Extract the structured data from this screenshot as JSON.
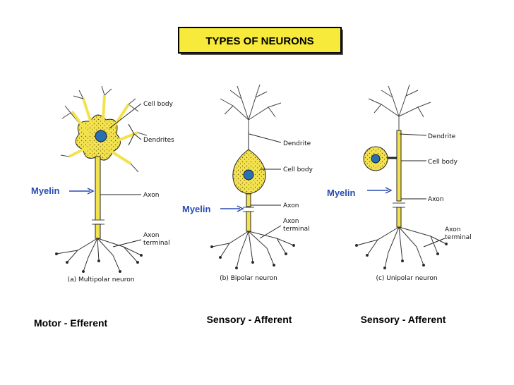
{
  "title": "TYPES OF NEURONS",
  "colors": {
    "cytoplasm": "#f3e24e",
    "nucleus": "#2a6fb0",
    "myelin_label": "#2a4bb3",
    "line": "#222222"
  },
  "neurons": [
    {
      "caption": "(a) Multipolar neuron",
      "type_label": "Motor - Efferent",
      "myelin": "Myelin",
      "labels": {
        "cell_body": "Cell body",
        "dendrites": "Dendrites",
        "axon": "Axon",
        "axon_terminal_1": "Axon",
        "axon_terminal_2": "terminal"
      }
    },
    {
      "caption": "(b) Bipolar neuron",
      "type_label": "Sensory - Afferent",
      "myelin": "Myelin",
      "labels": {
        "dendrite": "Dendrite",
        "cell_body": "Cell body",
        "axon": "Axon",
        "axon_terminal_1": "Axon",
        "axon_terminal_2": "terminal"
      }
    },
    {
      "caption": "(c) Unipolar neuron",
      "type_label": "Sensory - Afferent",
      "myelin": "Myelin",
      "labels": {
        "dendrite": "Dendrite",
        "cell_body": "Cell body",
        "axon": "Axon",
        "axon_terminal_1": "Axon",
        "axon_terminal_2": "terminal"
      }
    }
  ]
}
